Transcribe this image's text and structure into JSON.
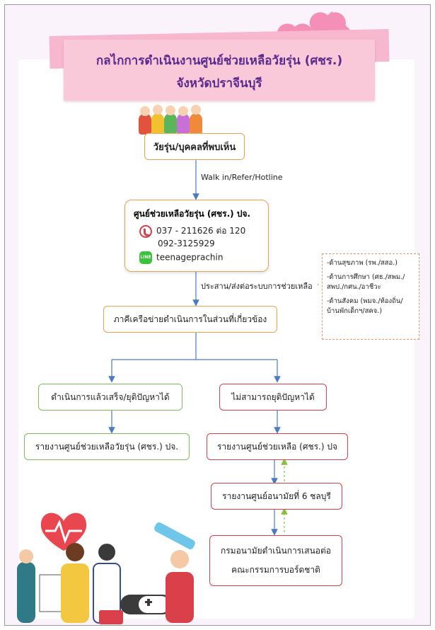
{
  "banner": {
    "line1": "กลไกการดำเนินงานศูนย์ช่วยเหลือวัยรุ่น (ศชร.)",
    "line2": "จังหวัดปราจีนบุรี"
  },
  "start_node": "วัยรุ่น/บุคคลที่พบเห็น",
  "edge_label_intake": "Walk in/Refer/Hotline",
  "center": {
    "title": "ศูนย์ช่วยเหลือวัยรุ่น (ศชร.) ปจ.",
    "phone1": "037 - 211626 ต่อ 120",
    "phone2": "092-3125929",
    "line_id": "teenageprachin",
    "phone_icon": "phone-icon",
    "line_icon": "line-app-icon",
    "line_icon_text": "LINE"
  },
  "edge_label_coordinate": "ประสาน/ส่งต่อระบบการช่วยเหลือ",
  "network_node": "ภาคีเครือข่ายดำเนินการในส่วนที่เกี่ยวข้อง",
  "partners_note": [
    "-ด้านสุขภาพ (รพ./สสอ.)",
    "-ด้านการศึกษา (ศธ./สพม./สพป./กศน./อาชีวะ",
    "-ด้านสังคม (พมจ./ท้องถิ่น/บ้านพักเด็กฯ/สคจ.)"
  ],
  "left_branch": {
    "resolved": "ดำเนินการแล้วเสร็จ/ยุติปัญหาได้",
    "report": "รายงานศูนย์ช่วยเหลือวัยรุ่น (ศชร.) ปจ."
  },
  "right_branch": {
    "unresolved": "ไม่สามารถยุติปัญหาได้",
    "report_center": "รายงานศูนย์ช่วยเหลือ (ศชร.) ปจ",
    "report_health6": "รายงานศูนย์อนามัยที่ 6 ชลบุรี",
    "department_line1": "กรมอนามัยดำเนินการเสนอต่อ",
    "department_line2": "คณะกรรมการบอร์ดชาติ"
  },
  "colors": {
    "arrow": "#4a7bc4",
    "orange_border": "#f0a050",
    "green_border": "#7fba5a",
    "red_border": "#d9404a",
    "feedback_arrow": "#8abf3a",
    "title_text": "#5a2a8c",
    "banner": "#f9c9da"
  }
}
